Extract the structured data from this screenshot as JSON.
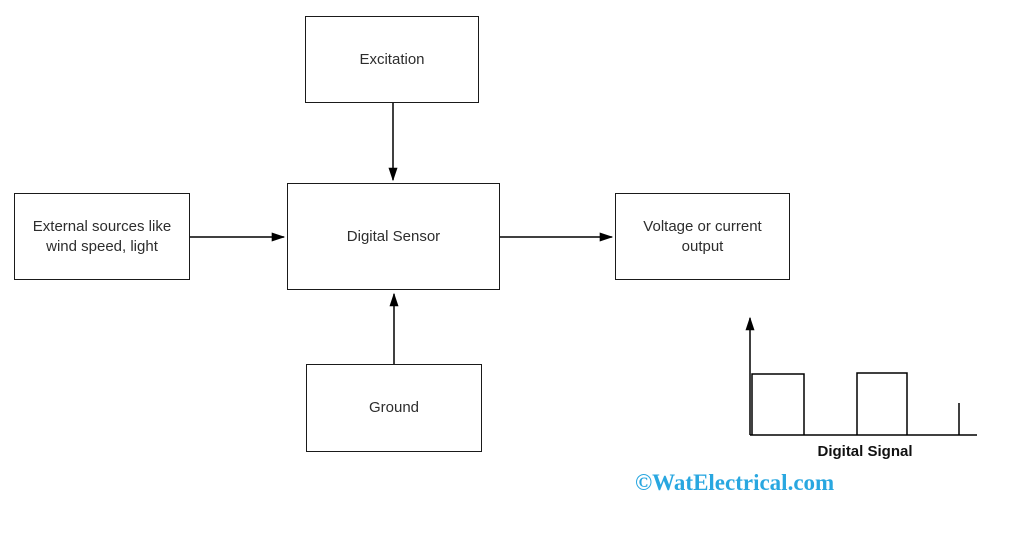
{
  "diagram": {
    "nodes": {
      "excitation": {
        "label": "Excitation"
      },
      "external": {
        "label": "External sources like wind speed, light"
      },
      "sensor": {
        "label": "Digital Sensor"
      },
      "output": {
        "label": "Voltage or current output"
      },
      "ground": {
        "label": "Ground"
      }
    },
    "connections": [
      {
        "from": "excitation",
        "to": "sensor",
        "direction": "down"
      },
      {
        "from": "external",
        "to": "sensor",
        "direction": "right"
      },
      {
        "from": "sensor",
        "to": "output",
        "direction": "right"
      },
      {
        "from": "ground",
        "to": "sensor",
        "direction": "up"
      }
    ],
    "signal_caption": "Digital Signal",
    "watermark": "©WatElectrical.com",
    "colors": {
      "line": "#000000",
      "box_border": "#1a1a1a",
      "text": "#2d2d2d",
      "watermark_blue": "#29a7e0",
      "background": "#ffffff"
    }
  }
}
